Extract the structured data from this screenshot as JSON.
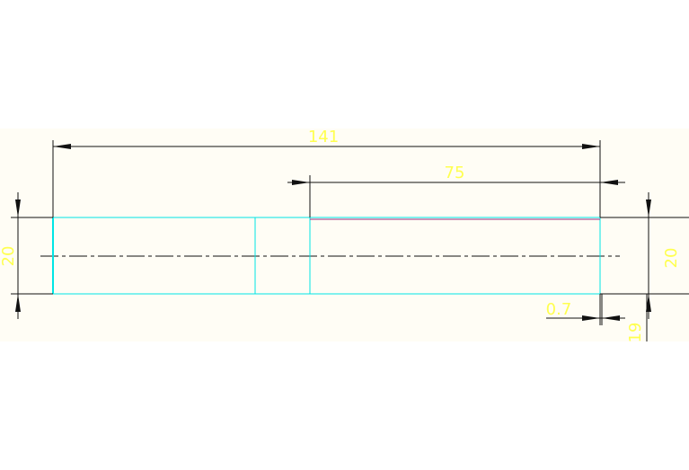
{
  "drawing": {
    "dimensions": {
      "overall_length": "141",
      "right_section_length": "75",
      "left_diameter": "20",
      "right_diameter": "20",
      "chamfer": "0.7",
      "right_end_offset": "19"
    },
    "colors": {
      "background": "#fffdf5",
      "part_outline": "#00e5e5",
      "dimension_line": "#111111",
      "dimension_text": "#ffff4f",
      "highlight_line": "#9b2a7a"
    }
  }
}
